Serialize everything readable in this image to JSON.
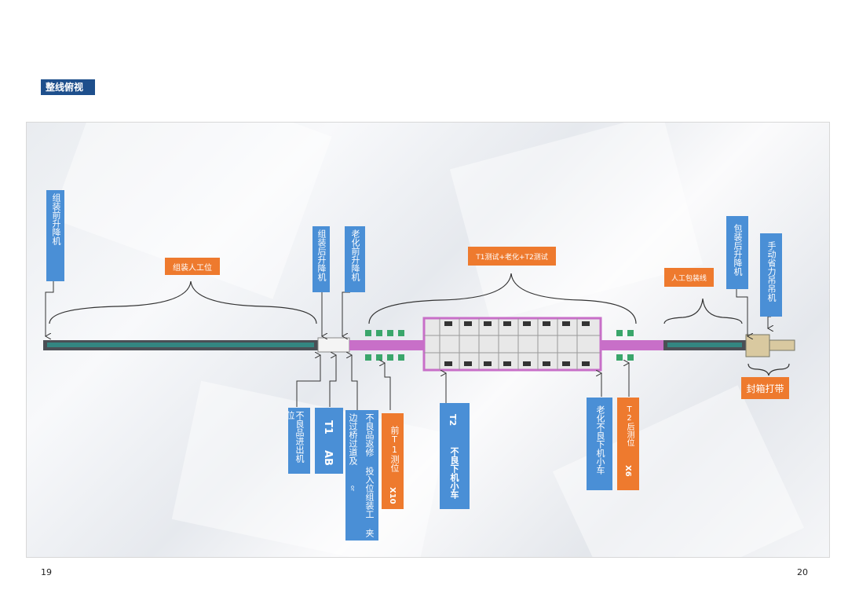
{
  "header": {
    "section_title": "整线俯视"
  },
  "labels": {
    "assembly_front_lift": "组装前升降机",
    "assembly_manual_station": "组装人工位",
    "assembly_rear_lift": "组装后升降机",
    "aging_front_lift": "老化前升降机",
    "test_aging_zone": "T1测试+老化+T2测试",
    "manual_packing_line": "人工包装线",
    "packing_rear_lift": "包装后升降机",
    "manual_power_crane": "手动省力吊吊机",
    "seal_and_strap": "封箱打带",
    "reject_in_out_station": "不良品进出机位",
    "t1_label": "T1",
    "ab_label": "AB",
    "rework_text": "不良品返修 投入位组装工 夹",
    "transfer_text": "边过桥过道及",
    "small_mark": "or",
    "pre_t1_test": "前T1测位",
    "x10": "X10",
    "t2_label": "T2",
    "reject_unload_cart": "不良下机小车",
    "aging_reject_cart": "老化不良下机小车",
    "post_t2_test": "T2后测位",
    "x6": "X6"
  },
  "footer": {
    "page_left": "19",
    "page_right": "20"
  },
  "colors": {
    "blue": "#4a8fd6",
    "orange": "#ee7a2e",
    "title_bg": "#1e4f8c"
  }
}
